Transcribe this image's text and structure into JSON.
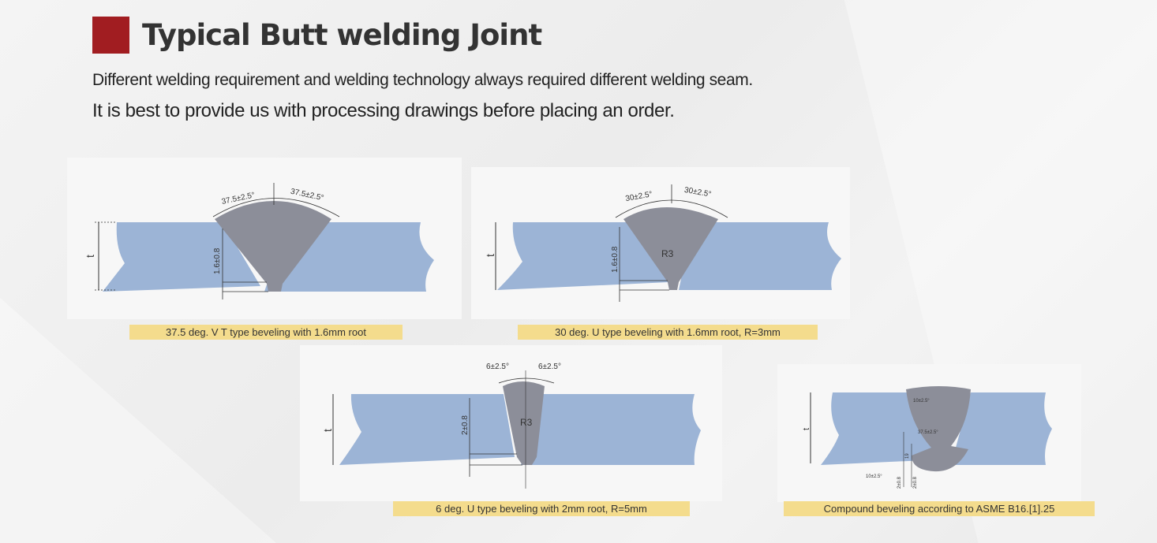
{
  "header": {
    "title": "Typical Butt welding Joint",
    "subtitle_line1": "Different welding requirement and welding technology always required different welding seam.",
    "subtitle_line2": "It is best to provide us with processing drawings before placing an order."
  },
  "colors": {
    "accent": "#a11d21",
    "plate": "#9cb4d6",
    "weld": "#8c8e99",
    "caption_bg": "#f4dc8d"
  },
  "diagrams": [
    {
      "caption": "37.5 deg. V T type beveling with 1.6mm root",
      "labels": {
        "t": "t",
        "left_angle": "37.5±2.5°",
        "right_angle": "37.5±2.5°",
        "root": "1.6±0.8"
      }
    },
    {
      "caption": "30 deg. U type beveling with 1.6mm root, R=3mm",
      "labels": {
        "t": "t",
        "left_angle": "30±2.5°",
        "right_angle": "30±2.5°",
        "root": "1.6±0.8",
        "radius": "R3"
      }
    },
    {
      "caption": "6 deg. U type beveling with 2mm root, R=5mm",
      "labels": {
        "t": "t",
        "left_angle": "6±2.5°",
        "right_angle": "6±2.5°",
        "root": "2±0.8",
        "radius": "R3"
      }
    },
    {
      "caption": "Compound beveling according to ASME B16.[1].25",
      "labels": {
        "t": "t",
        "angle_top": "10±2.5°",
        "angle_mid": "37.5±2.5°",
        "angle_bottom": "10±2.5°",
        "dim_a": "19",
        "dim_b": "2±0.8",
        "dim_c": "2±0.8"
      }
    }
  ]
}
